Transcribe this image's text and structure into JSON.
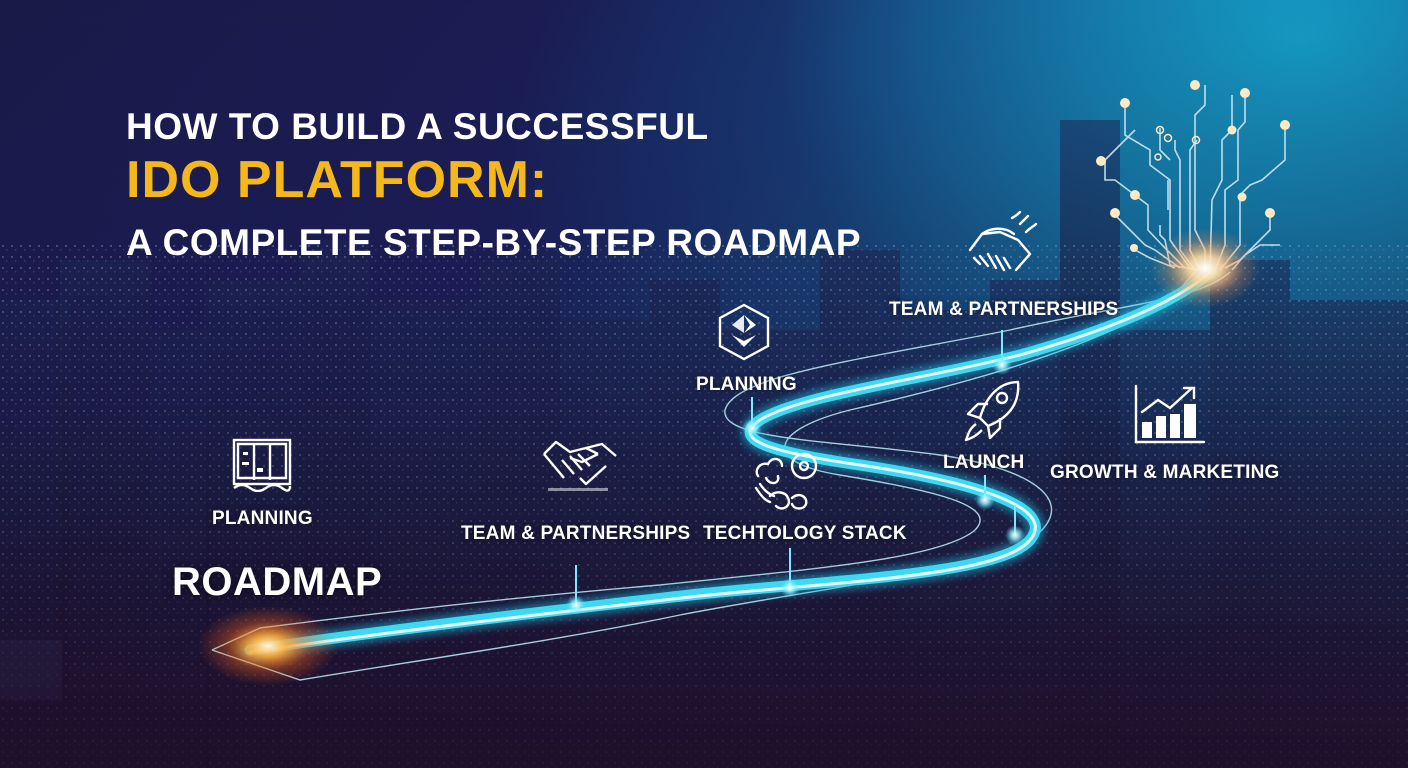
{
  "headline": {
    "line1": "HOW TO BUILD A SUCCESSFUL",
    "line2": "IDO PLATFORM:",
    "line3": "A COMPLETE STEP-BY-STEP ROADMAP"
  },
  "roadmap_label": "ROADMAP",
  "steps": [
    {
      "label": "PLANNING",
      "icon": "blueprint-book-icon"
    },
    {
      "label": "TEAM & PARTNERSHIPS",
      "icon": "handshake-icon"
    },
    {
      "label": "TECHTOLOGY STACK",
      "icon": "tech-gears-icon"
    },
    {
      "label": "PLANNING",
      "icon": "hexagon-layers-icon"
    },
    {
      "label": "LAUNCH",
      "icon": "rocket-icon"
    },
    {
      "label": "TEAM & PARTNERSHIPS",
      "icon": "handshake-icon"
    },
    {
      "label": "GROWTH & MARKETING",
      "icon": "growth-chart-icon"
    }
  ],
  "colors": {
    "accent_yellow": "#f5b81c",
    "road_cyan": "#3fd8f0",
    "glow_orange": "#ff8a2a",
    "bg_dark": "#1a1a48",
    "bg_teal": "#1690b8"
  }
}
